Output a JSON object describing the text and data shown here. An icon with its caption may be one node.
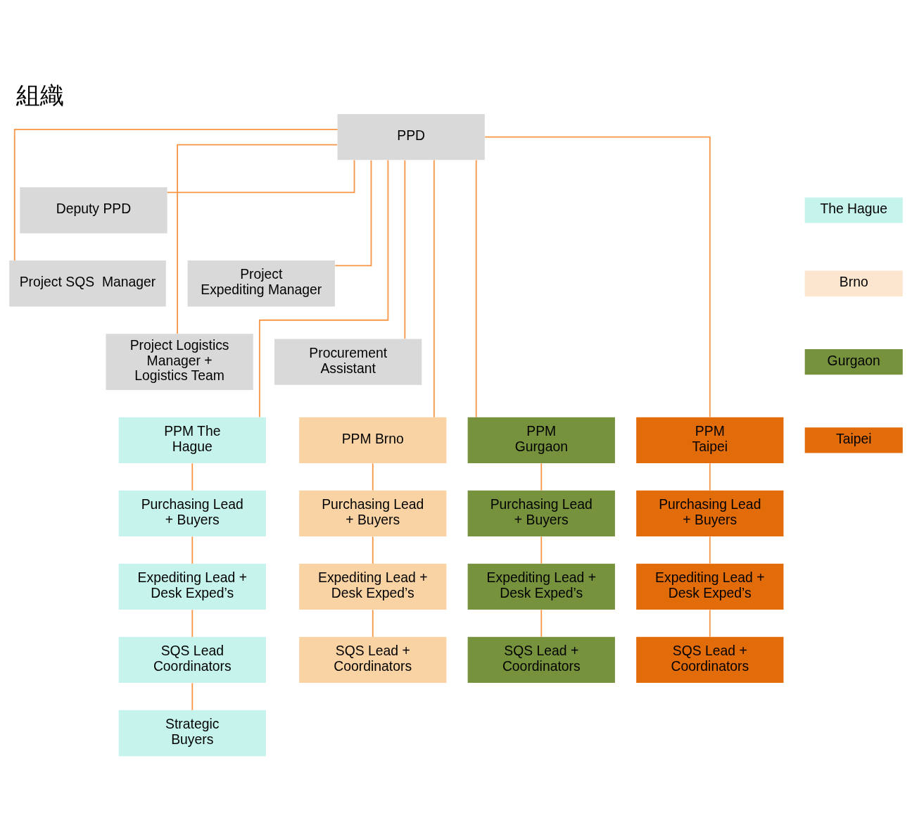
{
  "diagram": {
    "title": "組織",
    "nodes": [
      {
        "text": [
          "PPD"
        ]
      },
      {
        "text": [
          "Deputy PPD"
        ]
      },
      {
        "text": [
          "Project SQS  Manager"
        ]
      },
      {
        "text": [
          "Project Expediting Manager"
        ]
      },
      {
        "text": [
          "Project Logistics Manager + Logistics Team"
        ]
      },
      {
        "text": [
          "Procurement Assistant"
        ]
      },
      {
        "text": [
          "PPM The Hague"
        ]
      },
      {
        "text": [
          "Purchasing Lead + Buyers"
        ]
      },
      {
        "text": [
          "Expediting Lead + Desk Exped’s"
        ]
      },
      {
        "text": [
          "SQS Lead Coordinators"
        ]
      },
      {
        "text": [
          "Strategic Buyers"
        ]
      },
      {
        "text": [
          "PPM Brno"
        ]
      },
      {
        "text": [
          "Purchasing Lead + Buyers"
        ]
      },
      {
        "text": [
          "Expediting Lead + Desk Exped’s"
        ]
      },
      {
        "text": [
          "SQS Lead + Coordinators"
        ]
      },
      {
        "text": [
          "PPM Gurgaon"
        ]
      },
      {
        "text": [
          "Purchasing Lead + Buyers"
        ]
      },
      {
        "text": [
          "Expediting Lead + Desk Exped’s"
        ]
      },
      {
        "text": [
          "SQS Lead + Coordinators"
        ]
      },
      {
        "text": [
          "PPM Taipei"
        ]
      },
      {
        "text": [
          "Purchasing Lead + Buyers"
        ]
      },
      {
        "text": [
          "Expediting Lead + Desk Exped’s"
        ]
      },
      {
        "text": [
          "SQS Lead + Coordinators"
        ]
      }
    ],
    "edges": [
      {
        "from": 0,
        "to": 1,
        "arrow": "none"
      },
      {
        "from": 0,
        "to": 2,
        "arrow": "none"
      },
      {
        "from": 0,
        "to": 3,
        "arrow": "none"
      },
      {
        "from": 0,
        "to": 4,
        "arrow": "none"
      },
      {
        "from": 0,
        "to": 5,
        "arrow": "none"
      },
      {
        "from": 0,
        "to": 6,
        "arrow": "none"
      },
      {
        "from": 0,
        "to": 11,
        "arrow": "none"
      },
      {
        "from": 0,
        "to": 15,
        "arrow": "none"
      },
      {
        "from": 0,
        "to": 19,
        "arrow": "none"
      },
      {
        "from": 6,
        "to": 7,
        "arrow": "none"
      },
      {
        "from": 7,
        "to": 8,
        "arrow": "none"
      },
      {
        "from": 8,
        "to": 9,
        "arrow": "none"
      },
      {
        "from": 9,
        "to": 10,
        "arrow": "none"
      },
      {
        "from": 11,
        "to": 12,
        "arrow": "none"
      },
      {
        "from": 12,
        "to": 13,
        "arrow": "none"
      },
      {
        "from": 13,
        "to": 14,
        "arrow": "none"
      },
      {
        "from": 15,
        "to": 16,
        "arrow": "none"
      },
      {
        "from": 16,
        "to": 17,
        "arrow": "none"
      },
      {
        "from": 17,
        "to": 18,
        "arrow": "none"
      },
      {
        "from": 19,
        "to": 20,
        "arrow": "none"
      },
      {
        "from": 20,
        "to": 21,
        "arrow": "none"
      },
      {
        "from": 21,
        "to": 22,
        "arrow": "none"
      }
    ],
    "legend": [
      {
        "text": "The Hague",
        "color": "#c6f4ec"
      },
      {
        "text": "Brno",
        "color": "#fce6d0"
      },
      {
        "text": "Gurgaon",
        "color": "#76923c"
      },
      {
        "text": "Taipei",
        "color": "#e36c0a"
      }
    ]
  }
}
